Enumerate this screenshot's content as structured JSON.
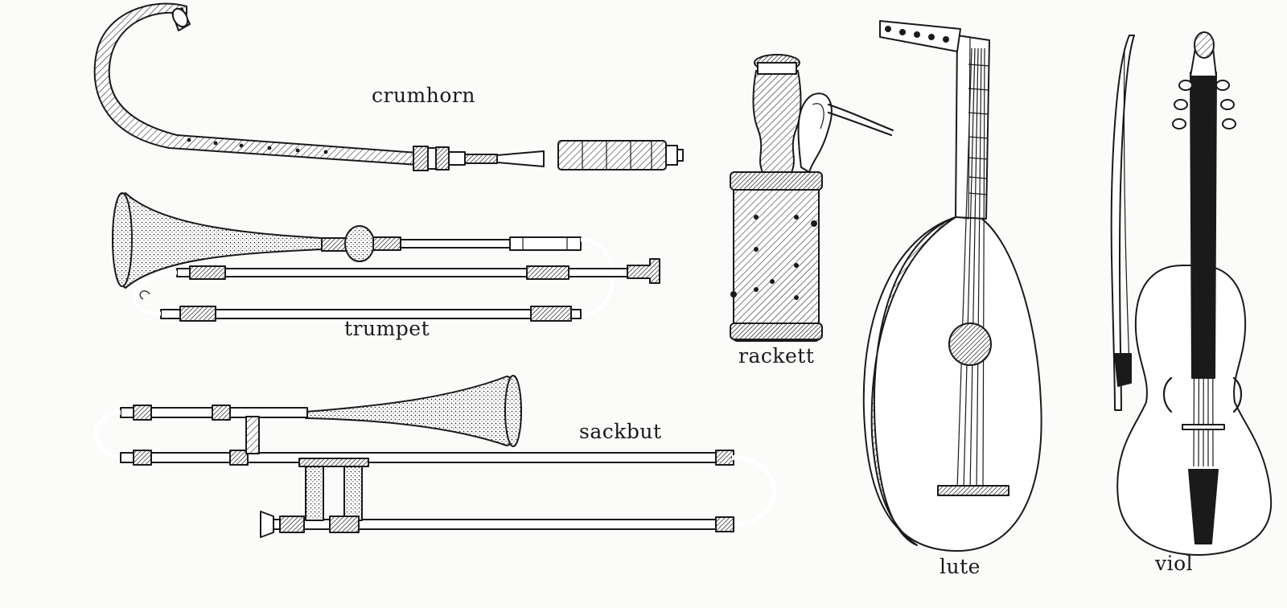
{
  "labels": {
    "crumhorn": "crumhorn",
    "trumpet": "trumpet",
    "sackbut": "sackbut",
    "rackett": "rackett",
    "lute": "lute",
    "viol": "viol"
  },
  "colors": {
    "ink": "#1a1a1a",
    "paper": "#fbfbfa",
    "body": "#ffffff"
  }
}
